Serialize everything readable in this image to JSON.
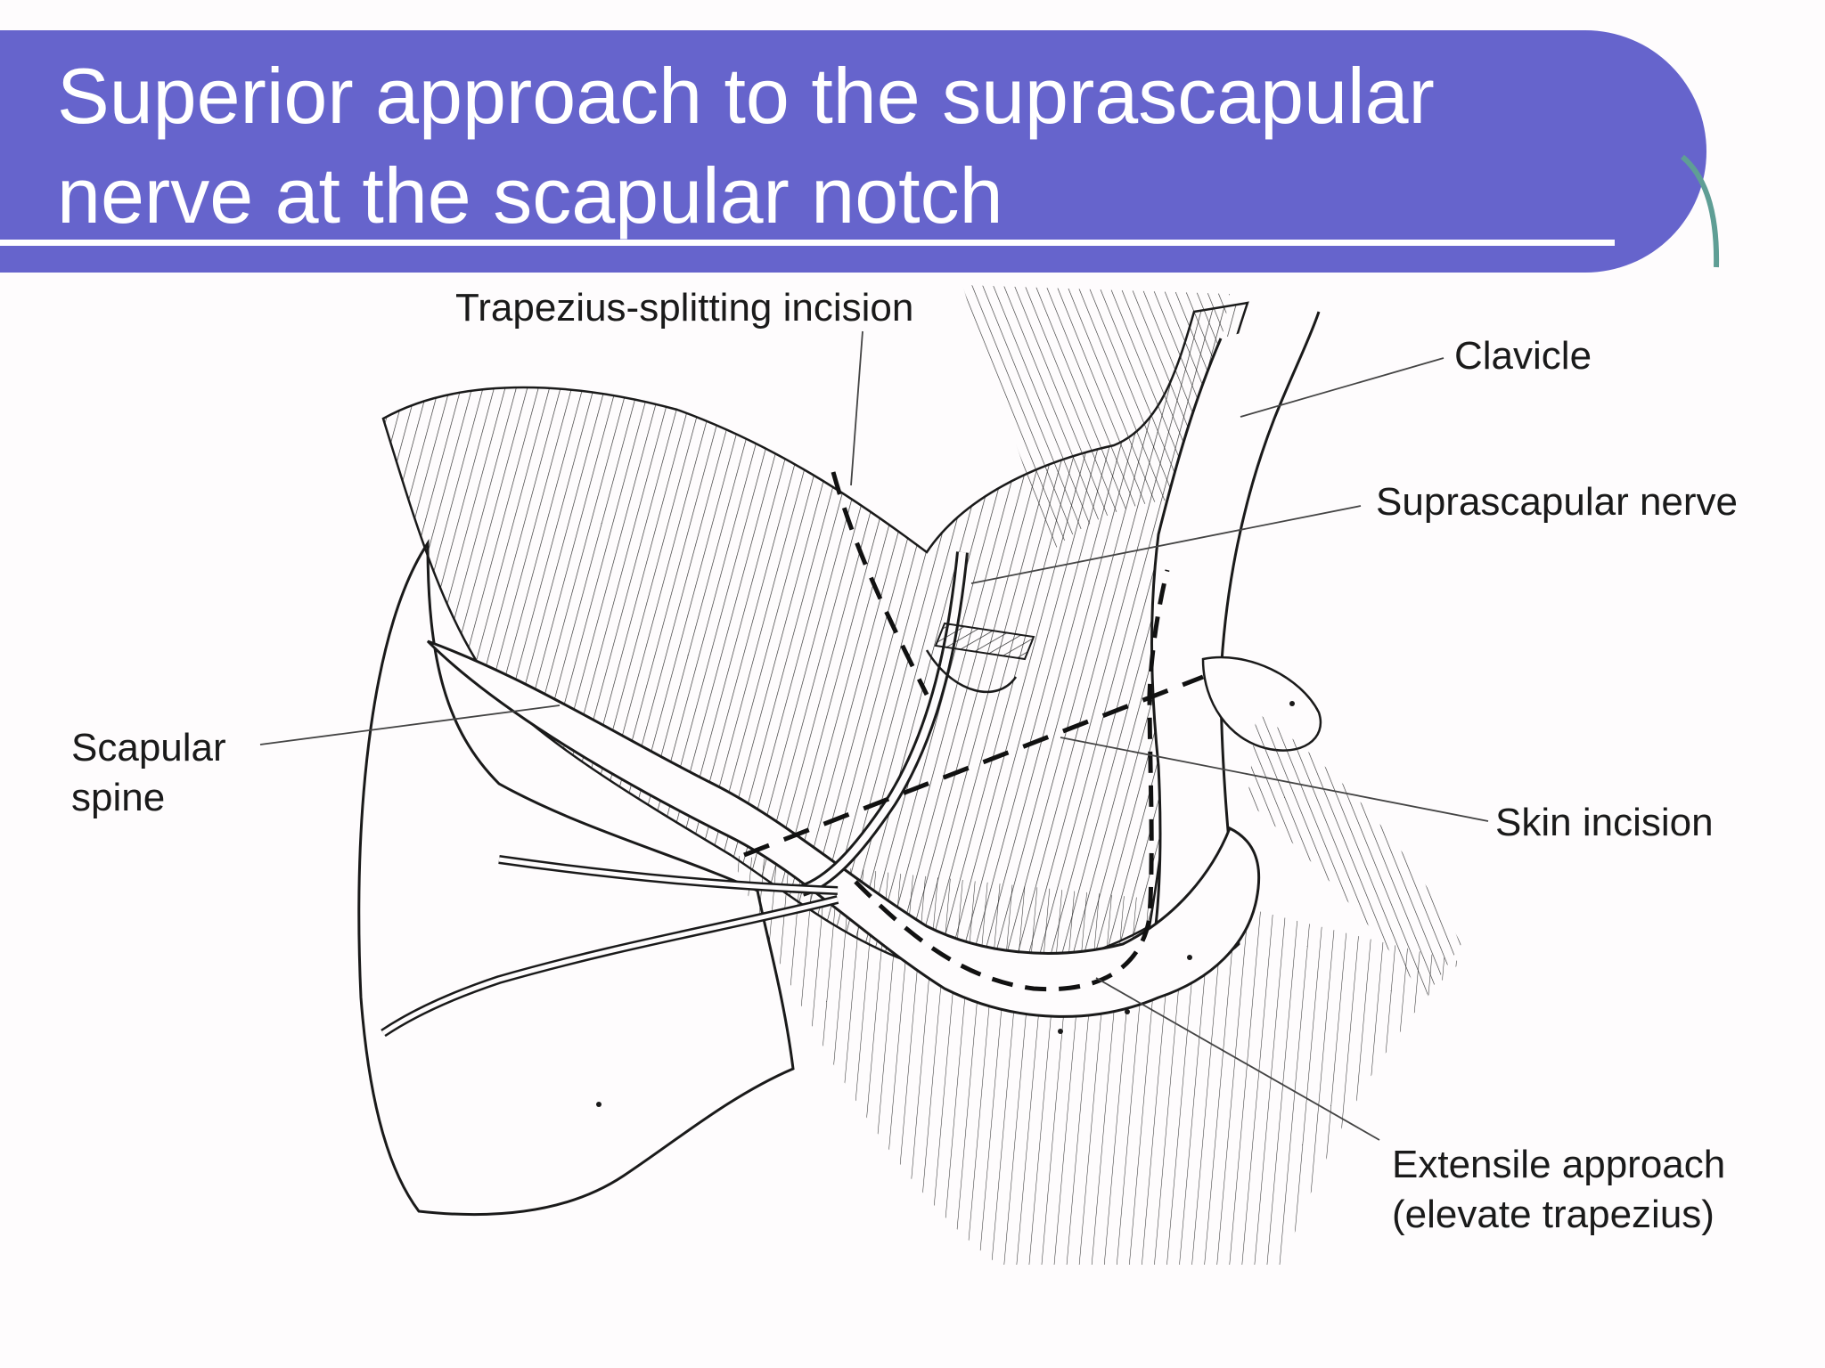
{
  "slide": {
    "title_line1": "Superior approach to the suprascapular",
    "title_line2": "nerve at the scapular notch"
  },
  "diagram": {
    "labels": {
      "trapezius_splitting": "Trapezius-splitting incision",
      "clavicle": "Clavicle",
      "suprascapular_nerve": "Suprascapular nerve",
      "scapular_spine_line1": "Scapular",
      "scapular_spine_line2": "spine",
      "skin_incision": "Skin incision",
      "extensile_line1": "Extensile approach",
      "extensile_line2": "(elevate trapezius)"
    }
  },
  "colors": {
    "title_bar": "#6664cc",
    "title_text": "#ffffff",
    "accent_arc": "#5f9e95",
    "background": "#fefcfd",
    "ink": "#1a1a1a"
  }
}
